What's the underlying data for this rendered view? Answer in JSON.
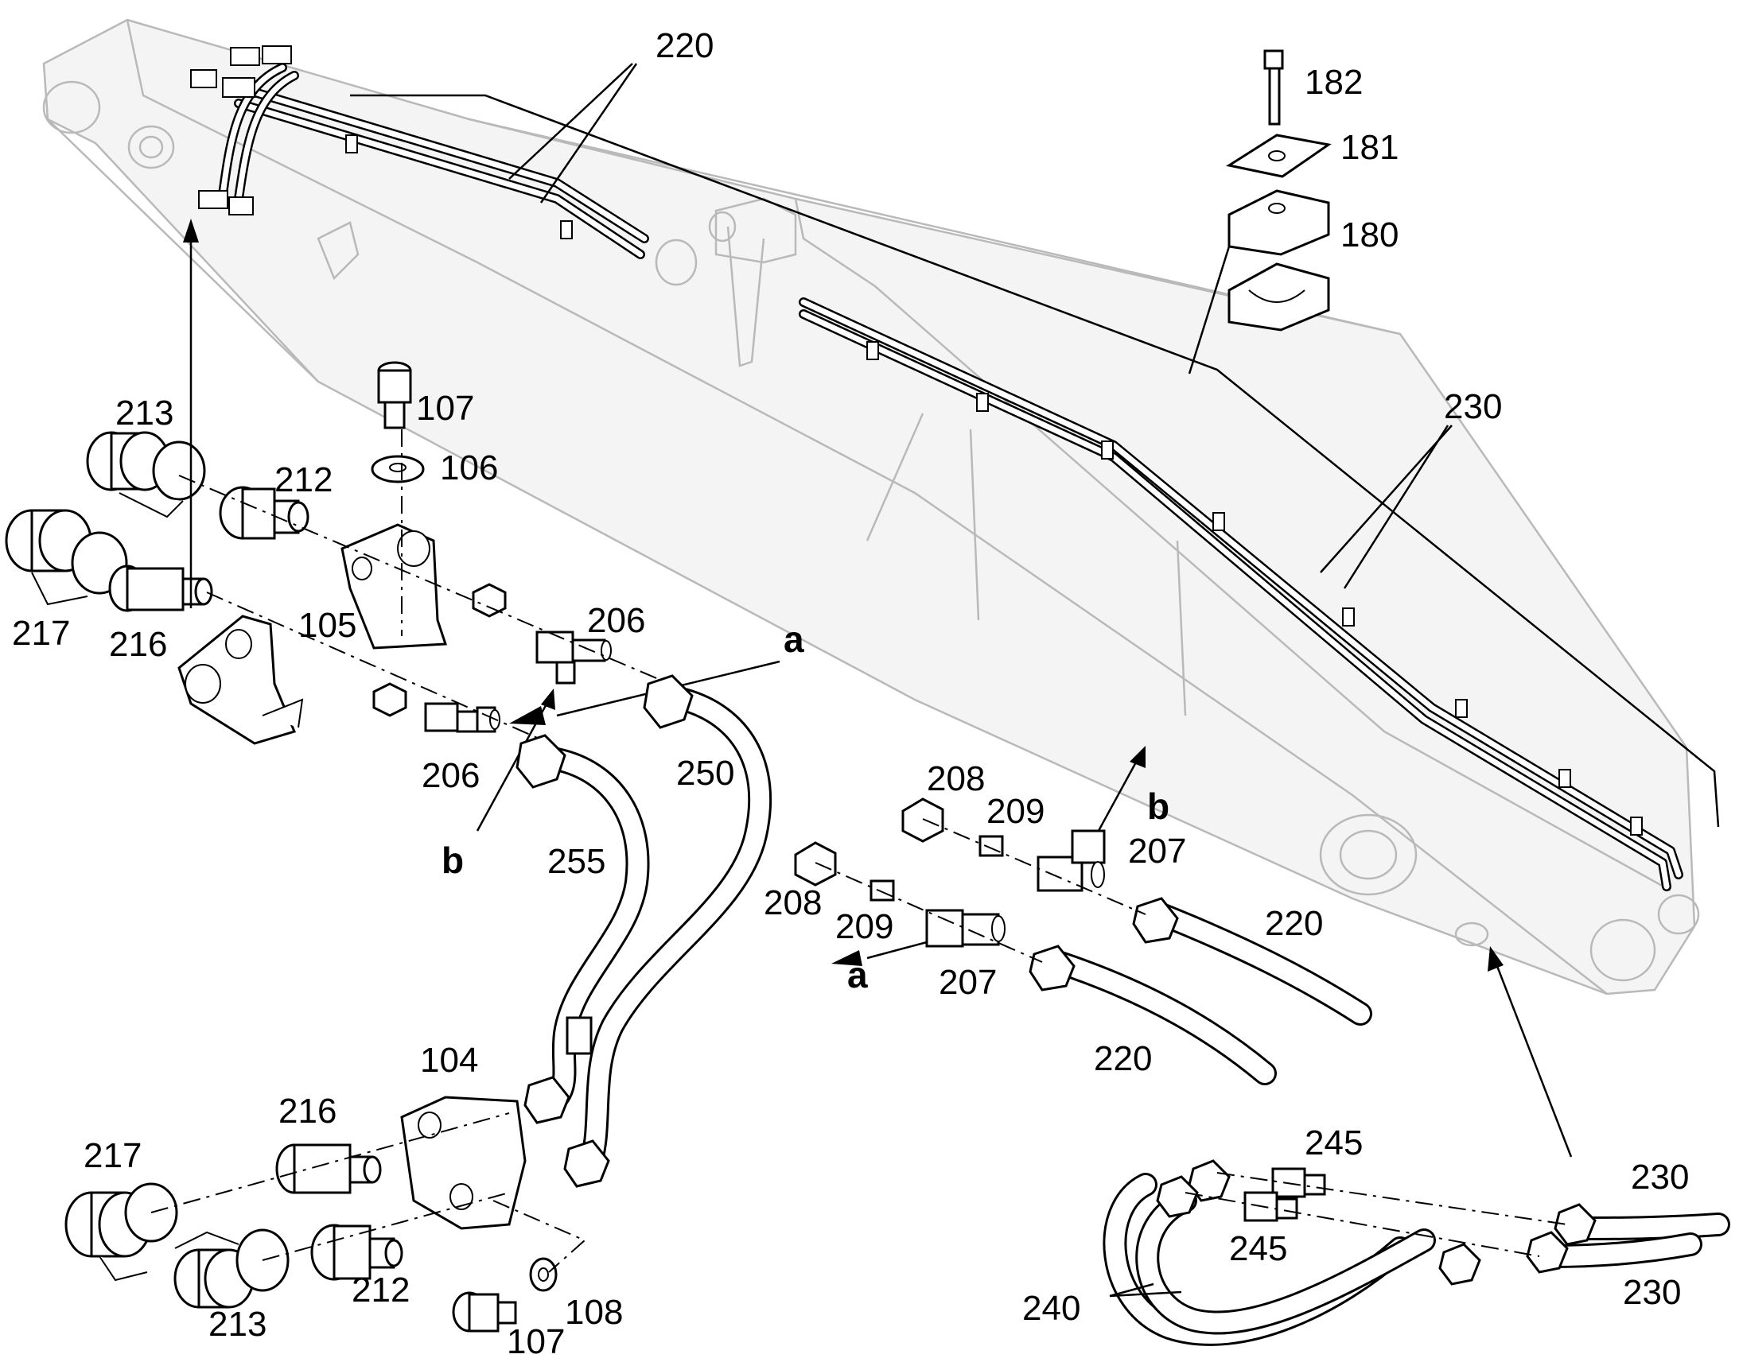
{
  "callouts": {
    "n220_top": "220",
    "n182": "182",
    "n181": "181",
    "n180": "180",
    "n230_right": "230",
    "n213_top": "213",
    "n107_top": "107",
    "n106": "106",
    "n212_top": "212",
    "n217_top": "217",
    "n216_top": "216",
    "n105": "105",
    "n206_upper": "206",
    "n206_lower": "206",
    "n250": "250",
    "n255": "255",
    "n208_upper": "208",
    "n209_upper": "209",
    "n207_upper": "207",
    "n208_lower": "208",
    "n209_lower": "209",
    "n207_lower": "207",
    "n220_upper_hose": "220",
    "n220_lower_hose": "220",
    "n104": "104",
    "n216_bottom": "216",
    "n217_bottom": "217",
    "n213_bottom": "213",
    "n212_bottom": "212",
    "n107_bottom": "107",
    "n108": "108",
    "n245_upper": "245",
    "n245_lower": "245",
    "n230_upper": "230",
    "n230_lower": "230",
    "n240": "240"
  },
  "letters": {
    "a_top": "a",
    "b_left": "b",
    "b_right": "b",
    "a_bottom": "a"
  },
  "colors": {
    "linework": "#000000",
    "ghost_outline": "#b9b9b9",
    "background": "#ffffff"
  }
}
